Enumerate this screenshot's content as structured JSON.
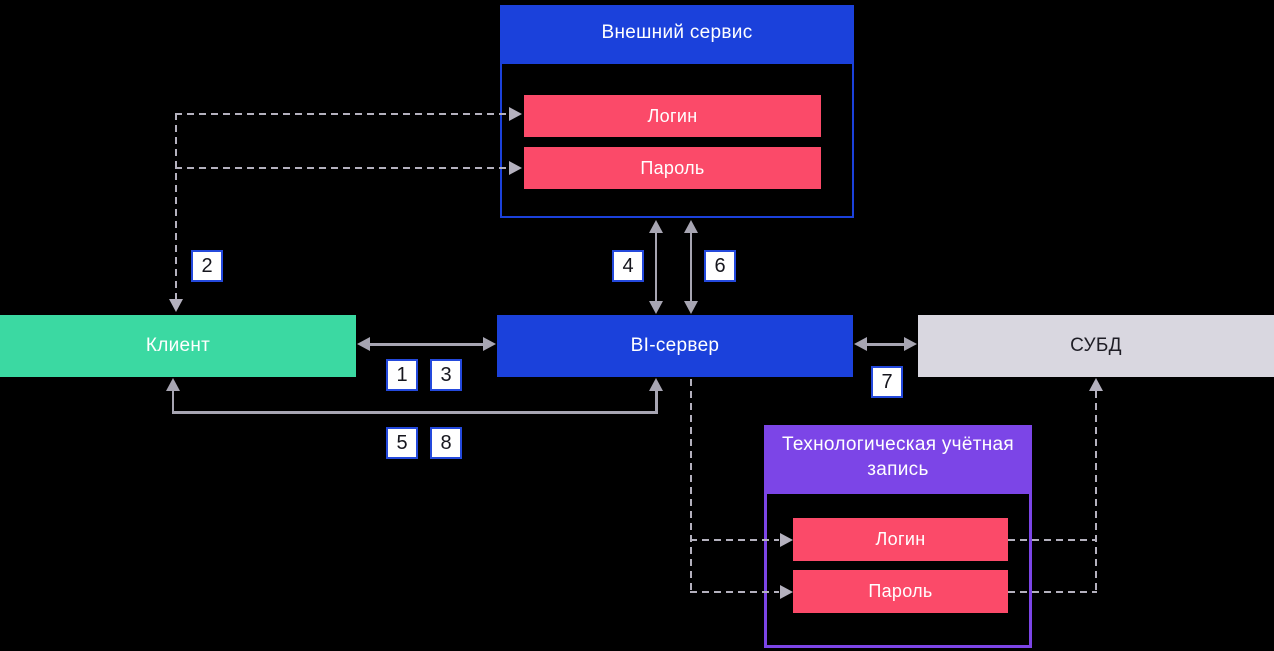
{
  "colors": {
    "bg": "#000000",
    "blue": "#1B41DB",
    "green": "#3BD9A2",
    "pink": "#FB4A69",
    "purple": "#7C45E7",
    "graybox": "#D9D7E0",
    "line": "#A7A5B2",
    "dash": "#B4B1BE",
    "badgeborder": "#2449DC",
    "badgebg": "#FFFFFF",
    "badgetext": "#16161E",
    "darktext": "#1F1E26"
  },
  "nodes": {
    "external_service": {
      "title": "Внешний сервис",
      "login": "Логин",
      "password": "Пароль"
    },
    "client": {
      "label": "Клиент"
    },
    "bi_server": {
      "label": "BI-сервер"
    },
    "dbms": {
      "label": "СУБД"
    },
    "tech_account": {
      "title": "Технологическая учётная запись",
      "login": "Логин",
      "password": "Пароль"
    }
  },
  "steps": [
    "1",
    "2",
    "3",
    "4",
    "5",
    "6",
    "7",
    "8"
  ]
}
